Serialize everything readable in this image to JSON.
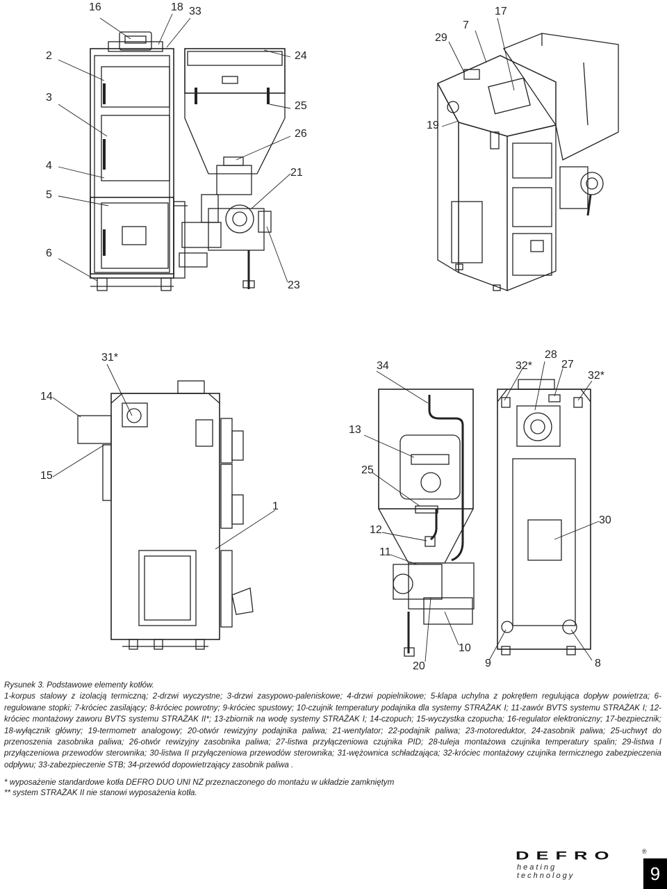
{
  "figure": {
    "callouts": [
      "16",
      "18",
      "33",
      "2",
      "24",
      "3",
      "25",
      "26",
      "4",
      "21",
      "5",
      "6",
      "23",
      "29",
      "7",
      "17",
      "19",
      "31*",
      "14",
      "15",
      "1",
      "13",
      "34",
      "25",
      "12",
      "11",
      "10",
      "20",
      "28",
      "32*",
      "27",
      "32*",
      "30",
      "9",
      "8"
    ]
  },
  "caption": {
    "title": "Rysunek 3. Podstawowe elementy kotłów.",
    "body": "1-korpus stalowy z izolacją termiczną; 2-drzwi wyczystne; 3-drzwi zasypowo-paleniskowe; 4-drzwi popielnikowe; 5-klapa uchylna z pokrętłem regulująca dopływ powietrza; 6-regulowane stopki; 7-króciec zasilający; 8-króciec powrotny; 9-króciec spustowy; 10-czujnik temperatury podajnika dla systemy STRAŻAK I; 11-zawór BVTS systemu STRAŻAK I; 12-króciec montażowy zaworu BVTS systemu STRAŻAK II*; 13-zbiornik na wodę systemy STRAŻAK I; 14-czopuch; 15-wyczystka czopucha; 16-regulator elektroniczny; 17-bezpiecznik; 18-wyłącznik główny; 19-termometr analogowy; 20-otwór rewizyjny podajnika paliwa; 21-wentylator; 22-podajnik paliwa; 23-motoreduktor, 24-zasobnik paliwa; 25-uchwyt do przenoszenia zasobnika paliwa; 26-otwór rewizyjny zasobnika paliwa; 27-listwa przyłączeniowa czujnika PID; 28-tuleja montażowa czujnika temperatury spalin; 29-listwa I przyłączeniowa przewodów sterownika; 30-listwa II przyłączeniowa przewodów sterownika; 31-wężownica schładzająca; 32-króciec montażowy czujnika termicznego zabezpieczenia odpływu; 33-zabezpieczenie STB; 34-przewód dopowietrzający zasobnik paliwa ."
  },
  "notes": {
    "note1": "* wyposażenie standardowe kotła DEFRO DUO UNI  NZ przeznaczonego do montażu w układzie zamkniętym",
    "note2": "** system STRAŻAK II nie stanowi wyposażenia kotła."
  },
  "brand": {
    "name": "DEFRO",
    "registered": "®",
    "tagline": "heating technology"
  },
  "page_number": "9"
}
